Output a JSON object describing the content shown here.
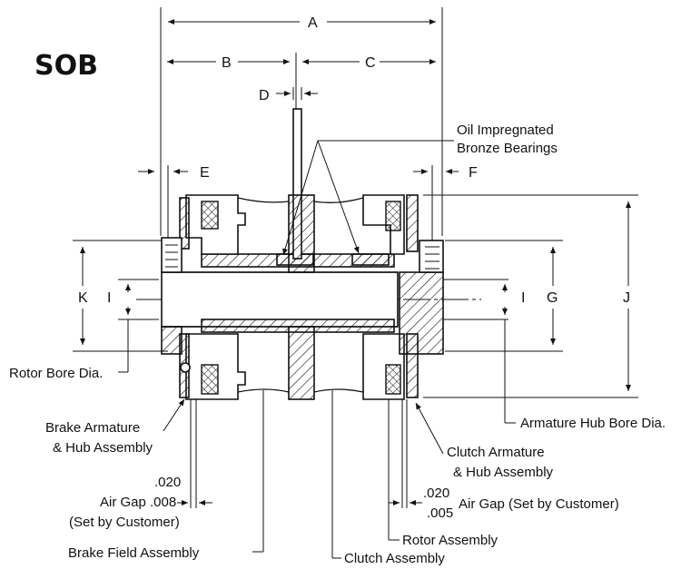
{
  "title": "SOB",
  "dimensions": {
    "A": "A",
    "B": "B",
    "C": "C",
    "D": "D",
    "E": "E",
    "F": "F",
    "G": "G",
    "I_left": "I",
    "I_right": "I",
    "J": "J",
    "K": "K"
  },
  "labels": {
    "bearings_line1": "Oil Impregnated",
    "bearings_line2": "Bronze Bearings",
    "rotor_bore": "Rotor Bore Dia.",
    "armature_hub_bore": "Armature Hub Bore Dia.",
    "brake_armature_line1": "Brake Armature",
    "brake_armature_line2": "& Hub Assembly",
    "clutch_armature_line1": "Clutch Armature",
    "clutch_armature_line2": "& Hub Assembly",
    "brake_gap_max": ".020",
    "brake_gap_label": "Air Gap .008",
    "brake_gap_note": "(Set by Customer)",
    "clutch_gap_max": ".020",
    "clutch_gap_min": ".005",
    "clutch_gap_label": "Air Gap (Set by Customer)",
    "rotor_assembly": "Rotor Assembly",
    "brake_field": "Brake Field Assembly",
    "clutch_assembly": "Clutch Assembly"
  }
}
